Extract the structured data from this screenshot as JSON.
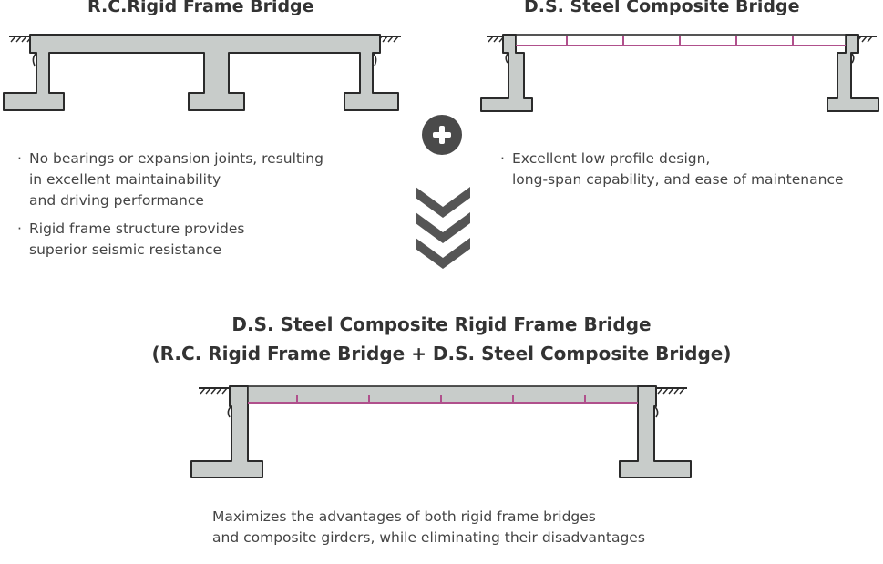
{
  "left_panel": {
    "title": "R.C.Rigid Frame Bridge",
    "bullets": [
      "No bearings or expansion joints, resulting\nin excellent maintainability\n and driving performance",
      "Rigid frame structure provides\nsuperior seismic resistance"
    ]
  },
  "right_panel": {
    "title": "D.S. Steel Composite Bridge",
    "bullets": [
      "Excellent low profile design,\nlong-span capability, and ease of maintenance"
    ]
  },
  "combine_icon": "plus-icon",
  "arrow_icon": "triple-chevron-down-icon",
  "result": {
    "title_line1": "D.S. Steel Composite Rigid Frame Bridge",
    "title_line2": "(R.C. Rigid Frame Bridge + D.S. Steel Composite Bridge)",
    "summary": "Maximizes the advantages of both rigid frame bridges\nand composite girders, while eliminating their disadvantages"
  },
  "colors": {
    "concrete_fill": "#c8ccca",
    "outline": "#2b2b2b",
    "steel_girder": "#b0508c",
    "badge": "#4a4a4a",
    "chevron": "#555555"
  }
}
